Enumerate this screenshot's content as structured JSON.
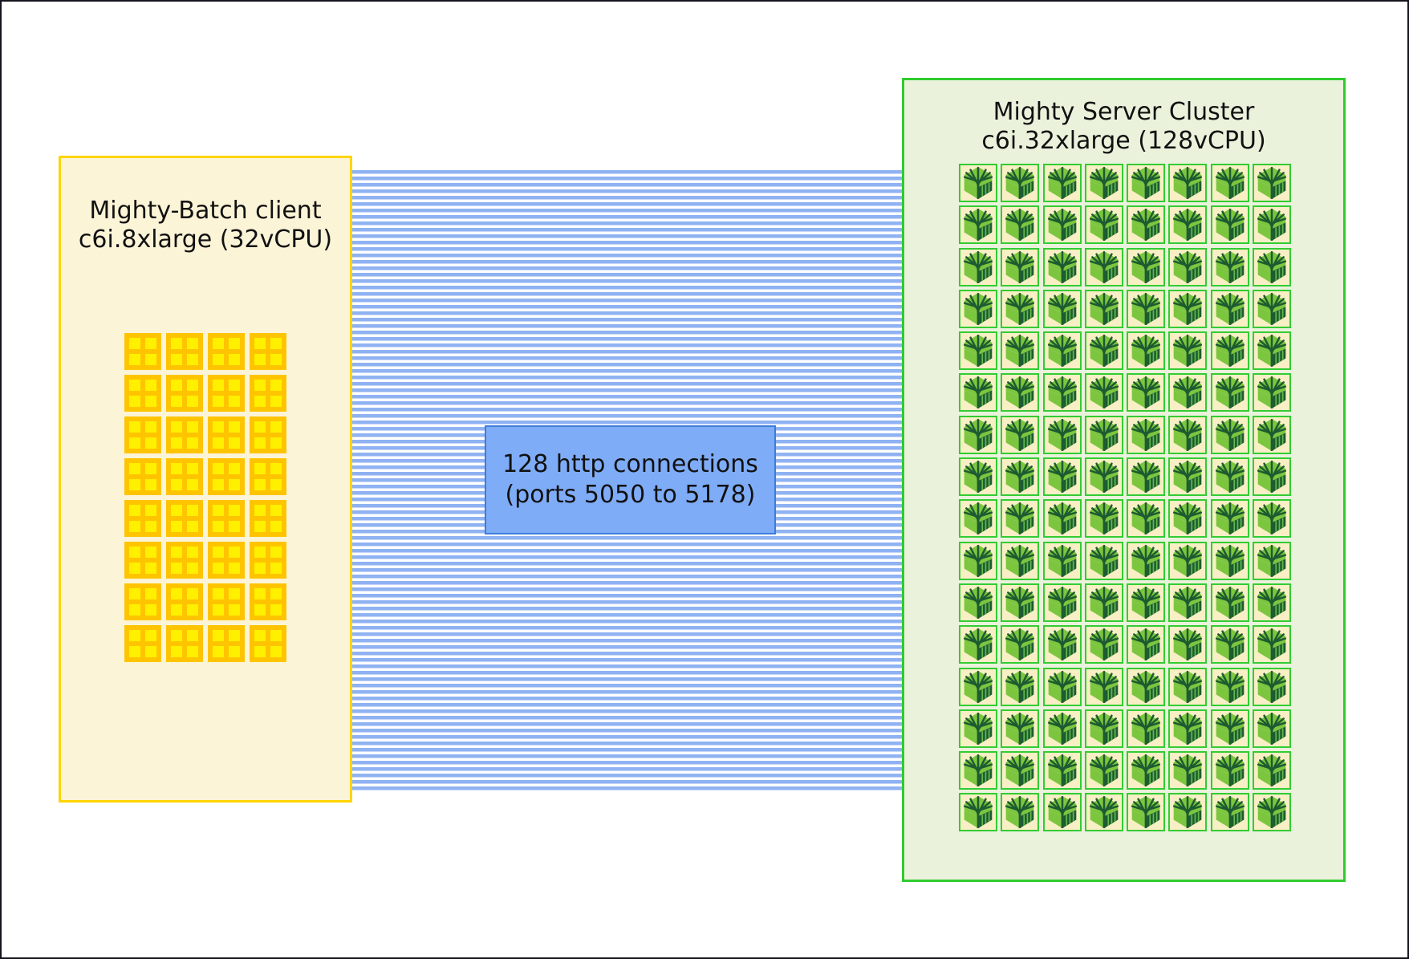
{
  "diagram": {
    "client_box": {
      "title_line1": "Mighty-Batch client",
      "title_line2": "c6i.8xlarge (32vCPU)",
      "vcpu_count": 32,
      "grid": {
        "columns": 4,
        "rows": 8
      },
      "icon": "cpu-chip-icon",
      "colors": {
        "background": "#FCF4D7",
        "border": "#FFD400",
        "cpu_outer": "#FFC400",
        "cpu_inner": "#FFF000"
      }
    },
    "server_box": {
      "title_line1": "Mighty Server Cluster",
      "title_line2": "c6i.32xlarge (128vCPU)",
      "node_count": 128,
      "grid": {
        "columns": 8,
        "rows": 16
      },
      "icon": "mighty-tree-icon",
      "colors": {
        "background": "#EAF2DC",
        "border": "#2ECC2E",
        "node_background": "#F8EFC5",
        "node_border": "#33CC33",
        "tree_dark": "#1D5B31",
        "tree_light": "#7CC63F",
        "tree_stripe": "#63B94C"
      }
    },
    "connections": {
      "label_line1": "128 http connections",
      "label_line2": "(ports 5050 to 5178)",
      "count": 128,
      "colors": {
        "line": "#8FB2F2",
        "label_background": "#7FACF7",
        "label_border": "#3D7BDA"
      }
    }
  }
}
